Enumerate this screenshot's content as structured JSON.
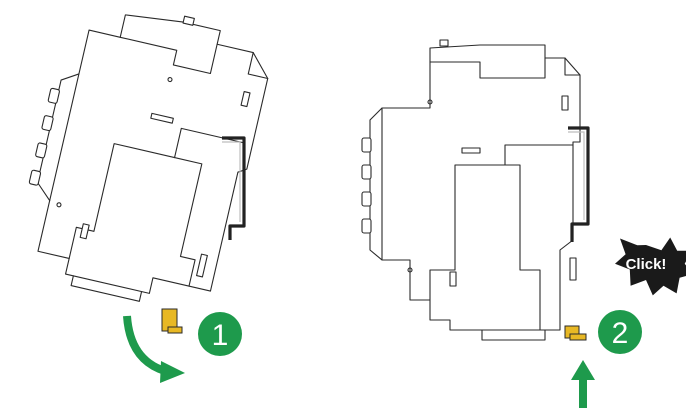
{
  "steps": [
    {
      "number": "1"
    },
    {
      "number": "2"
    }
  ],
  "callout": {
    "text": "Click!"
  },
  "colors": {
    "accent_green": "#1e9a4c",
    "latch_yellow": "#e8b824",
    "starburst_black": "#1a1a1a",
    "outline": "#2a2a2a"
  },
  "icons": {
    "rotate_arrow": "curved-arrow-icon",
    "push_arrow": "up-arrow-icon",
    "click_burst": "starburst-icon"
  }
}
